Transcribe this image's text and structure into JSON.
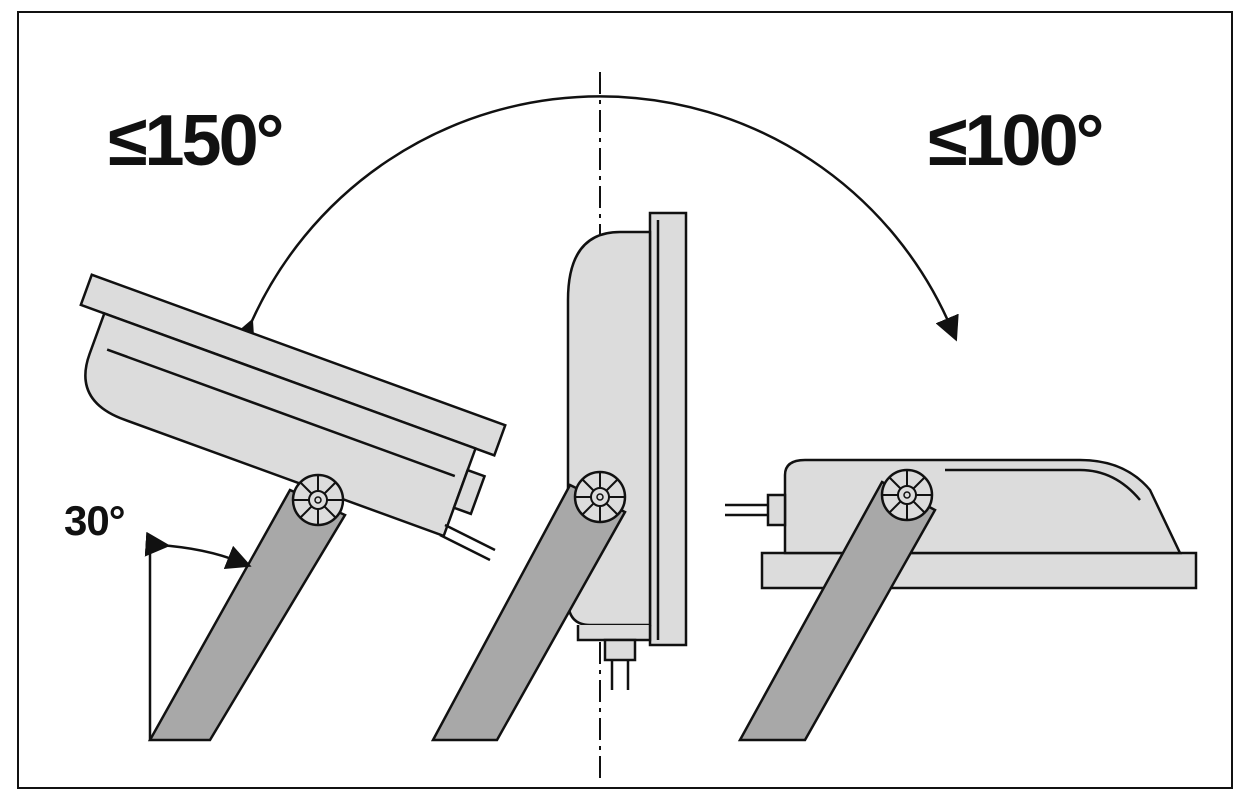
{
  "labels": {
    "left_angle": "≤150°",
    "right_angle": "≤100°",
    "tilt_angle": "30°"
  },
  "colors": {
    "housing": "#dcdcdc",
    "bracket": "#a8a8a8",
    "outline": "#111111"
  }
}
